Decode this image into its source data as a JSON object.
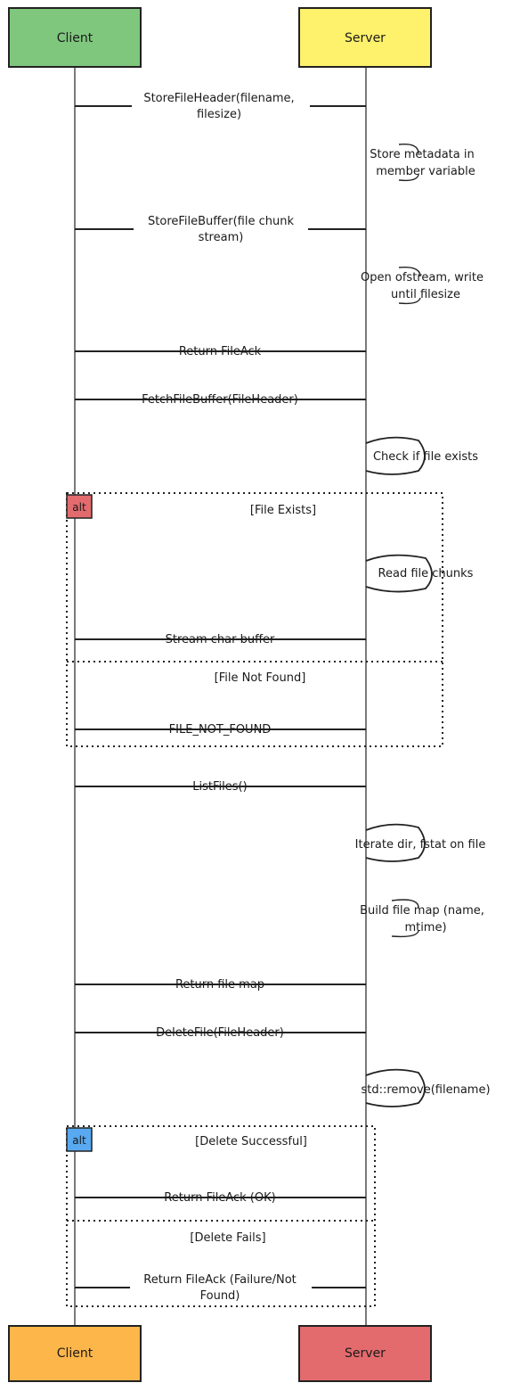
{
  "participants": {
    "client_top": {
      "label": "Client",
      "color": "#80c77e"
    },
    "server_top": {
      "label": "Server",
      "color": "#fef16b"
    },
    "client_bottom": {
      "label": "Client",
      "color": "#fdb64a"
    },
    "server_bottom": {
      "label": "Server",
      "color": "#e36b6d"
    }
  },
  "messages": [
    {
      "label": [
        "StoreFileHeader(filename,",
        "filesize)"
      ]
    },
    {
      "label": [
        "StoreFileBuffer(file chunk",
        "stream)"
      ]
    },
    {
      "label": [
        "Return FileAck"
      ]
    },
    {
      "label": [
        "FetchFileBuffer(FileHeader)"
      ]
    },
    {
      "label": [
        "Stream char buffer"
      ]
    },
    {
      "label": [
        "FILE_NOT_FOUND"
      ]
    },
    {
      "label": [
        "ListFiles()"
      ]
    },
    {
      "label": [
        "Return file map"
      ]
    },
    {
      "label": [
        "DeleteFile(FileHeader)"
      ]
    },
    {
      "label": [
        "Return FileAck (OK)"
      ]
    },
    {
      "label": [
        "Return FileAck (Failure/Not",
        "Found)"
      ]
    }
  ],
  "notes": [
    {
      "label": [
        "Store metadata in",
        "member variable"
      ]
    },
    {
      "label": [
        "Open ofstream, write",
        "until filesize"
      ]
    },
    {
      "label": [
        "Check if file exists"
      ]
    },
    {
      "label": [
        "Read file chunks"
      ]
    },
    {
      "label": [
        "Iterate dir, fstat on file"
      ]
    },
    {
      "label": [
        "Build file map (name,",
        "mtime)"
      ]
    },
    {
      "label": [
        "std::remove(filename)"
      ]
    }
  ],
  "alt_blocks": [
    {
      "tag": "alt",
      "color": "#e36b6d",
      "conditions": [
        "[File Exists]",
        "[File Not Found]"
      ]
    },
    {
      "tag": "alt",
      "color": "#58a9ef",
      "conditions": [
        "[Delete Successful]",
        "[Delete Fails]"
      ]
    }
  ]
}
